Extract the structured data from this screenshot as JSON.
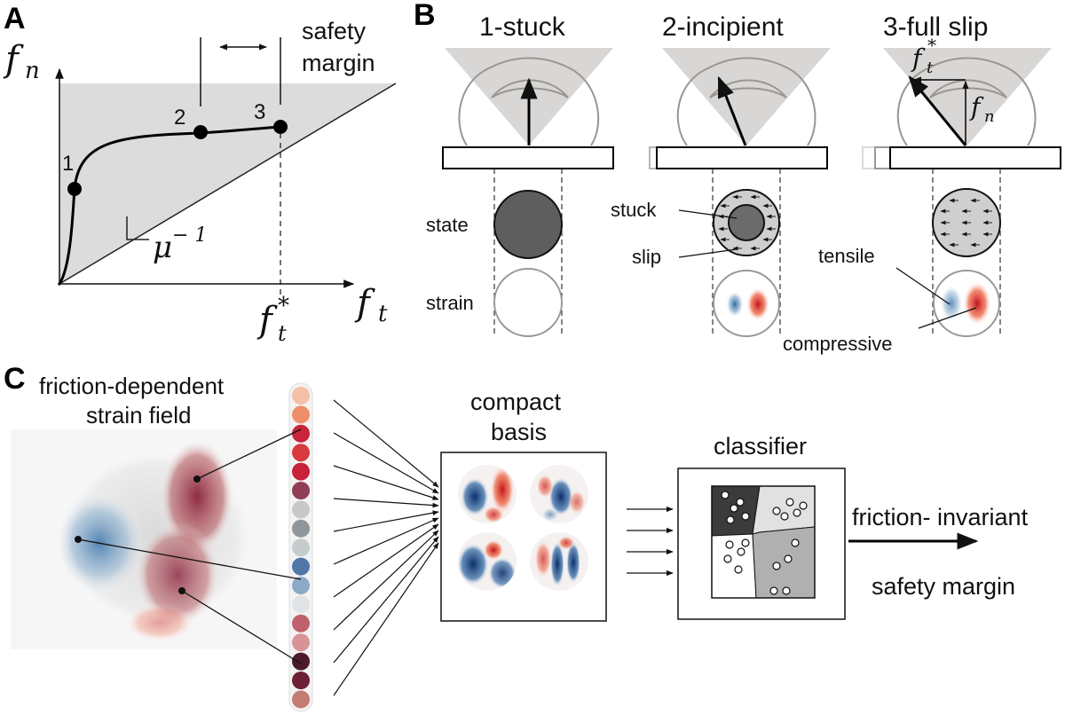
{
  "panels": {
    "a": "A",
    "b": "B",
    "c": "C"
  },
  "panel_a": {
    "y_axis_symbol": "f",
    "y_axis_sub": "n",
    "x_axis_symbol": "f",
    "x_axis_sub": "t",
    "point_labels": [
      "1",
      "2",
      "3"
    ],
    "safety_line1": "safety",
    "safety_line2": "margin",
    "slope_symbol": "μ",
    "slope_exp": "− 1",
    "ft_star_symbol": "f",
    "ft_star_sub": "t",
    "ft_star_sup": "*"
  },
  "panel_b": {
    "titles": [
      "1-stuck",
      "2-incipient",
      "3-full slip"
    ],
    "row_state": "state",
    "row_strain": "strain",
    "stuck_label": "stuck",
    "slip_label": "slip",
    "tensile_label": "tensile",
    "compressive_label": "compressive",
    "ft_symbol": "f",
    "ft_sub": "t",
    "ft_sup": "*",
    "fn_symbol": "f",
    "fn_sub": "n"
  },
  "panel_c": {
    "title_line1": "friction-dependent",
    "title_line2": "strain field",
    "basis_line1": "compact",
    "basis_line2": "basis",
    "classifier": "classifier",
    "output_line1": "friction- invariant",
    "output_line2": "safety margin",
    "feature_colors": [
      "#f5c0a8",
      "#ee8f6a",
      "#c9243a",
      "#d63a3e",
      "#c8213b",
      "#8f3e55",
      "#c8c8c8",
      "#8f9599",
      "#c6cbce",
      "#4f77a8",
      "#8aaac7",
      "#e1e4e6",
      "#c0606c",
      "#d89396",
      "#4d1a2d",
      "#6b2035",
      "#c27c70"
    ]
  }
}
